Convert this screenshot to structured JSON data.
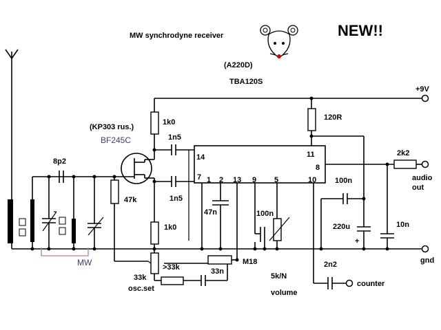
{
  "title": "MW synchrodyne receiver",
  "badge": "NEW!!",
  "ic_variant": "(A220D)",
  "ic_name": "TBA120S",
  "fet_note": "(KP303 rus.)",
  "fet_name": "BF245C",
  "supply_label": "+9V",
  "ground_label": "gnd",
  "band_label": "MW",
  "components": {
    "r_1k0_top": "1k0",
    "c_1n5_top": "1n5",
    "c_1n5_bot": "1n5",
    "r_47k": "47k",
    "r_1k0_bot": "1k0",
    "pot_33k": "33k",
    "osc_set": "osc.set",
    "r_gt33k": ">33k",
    "r_33n": "33n",
    "m18": "M18",
    "c_8p2": "8p2",
    "r_120r": "120R",
    "c_47n": "47n",
    "c_100n_mid": "100n",
    "pot_5k": "5k/N",
    "volume": "volume",
    "c_2n2": "2n2",
    "counter": "counter",
    "c_100n_right": "100n",
    "c_220u": "220u",
    "plus": "+",
    "c_10n": "10n",
    "r_2k2": "2k2",
    "audio_out": "audio\nout"
  },
  "pins": {
    "p14": "14",
    "p11": "11",
    "p8": "8",
    "p7": "7",
    "p1": "1",
    "p2": "2",
    "p13": "13",
    "p9": "9",
    "p5": "5",
    "p10": "10"
  },
  "colors": {
    "wire": "#000000",
    "tuning_box": "#d07090",
    "fet_text": "#3a3a8c",
    "mouse_nose": "#cc0000"
  }
}
